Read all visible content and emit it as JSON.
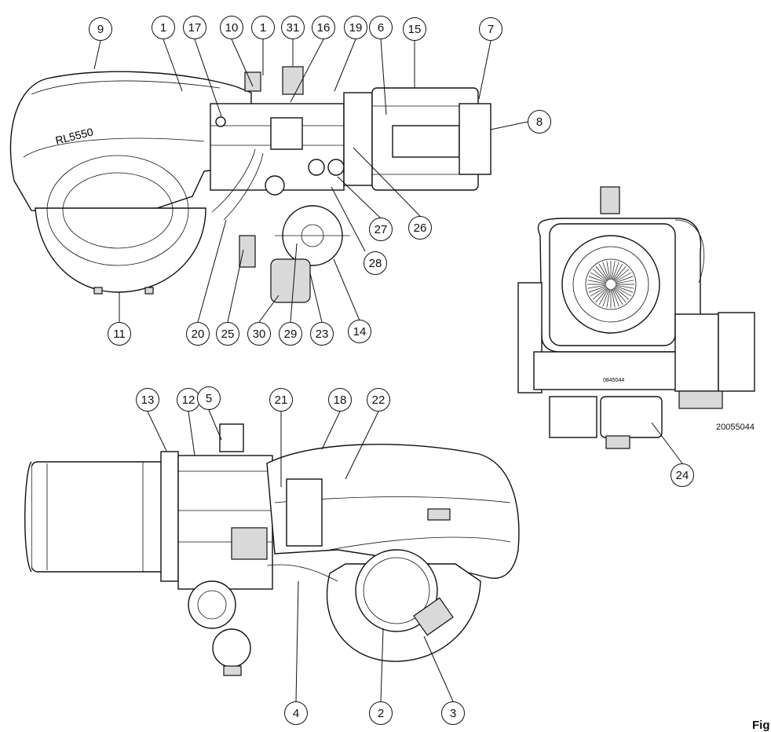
{
  "model_badge": "RL5550",
  "drawing_code": "20055044",
  "fig_label": "Fig",
  "front_plate_code": "0845044",
  "callouts": {
    "c9": "9",
    "c1a": "1",
    "c17": "17",
    "c10": "10",
    "c1b": "1",
    "c31": "31",
    "c16": "16",
    "c19": "19",
    "c6": "6",
    "c15": "15",
    "c7": "7",
    "c8": "8",
    "c26": "26",
    "c27": "27",
    "c28": "28",
    "c11": "11",
    "c20": "20",
    "c25": "25",
    "c30": "30",
    "c29": "29",
    "c23": "23",
    "c14": "14",
    "c13": "13",
    "c12": "12",
    "c5": "5",
    "c21": "21",
    "c18": "18",
    "c22": "22",
    "c24": "24",
    "c4": "4",
    "c2": "2",
    "c3": "3"
  }
}
